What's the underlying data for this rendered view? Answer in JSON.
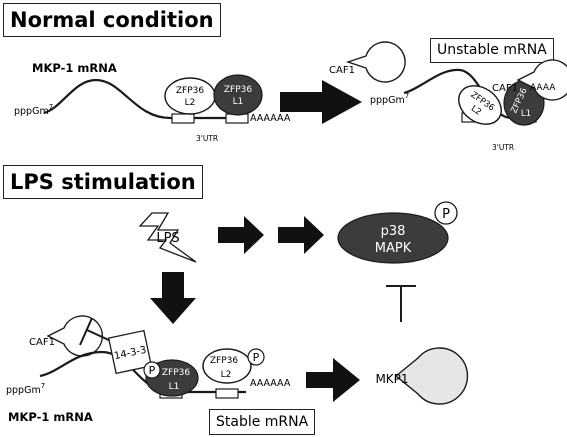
{
  "sections": {
    "normal": {
      "title": "Normal condition",
      "result": "Unstable mRNA"
    },
    "lps": {
      "title": "LPS stimulation",
      "result": "Stable mRNA"
    }
  },
  "labels": {
    "mrna": "MKP-1 mRNA",
    "cap": "pppGm",
    "cap_sup": "7",
    "polyA": "AAAAAA",
    "polyA_short": "AAAA",
    "utr": "3'UTR",
    "zfp36_l1_a": "ZFP36",
    "zfp36_l1_b": "L1",
    "zfp36_l2_a": "ZFP36",
    "zfp36_l2_b": "L2",
    "caf1": "CAF1",
    "lps": "LPS",
    "p38_a": "p38",
    "p38_b": "MAPK",
    "phospho": "P",
    "protein_1433": "14-3-3",
    "mkp1": "MKP1"
  },
  "colors": {
    "line": "#1a1a1a",
    "dark_protein": "#3c3c3c",
    "light_protein": "#ffffff",
    "mkp1_fill": "#e6e6e6",
    "arrow": "#111111"
  }
}
